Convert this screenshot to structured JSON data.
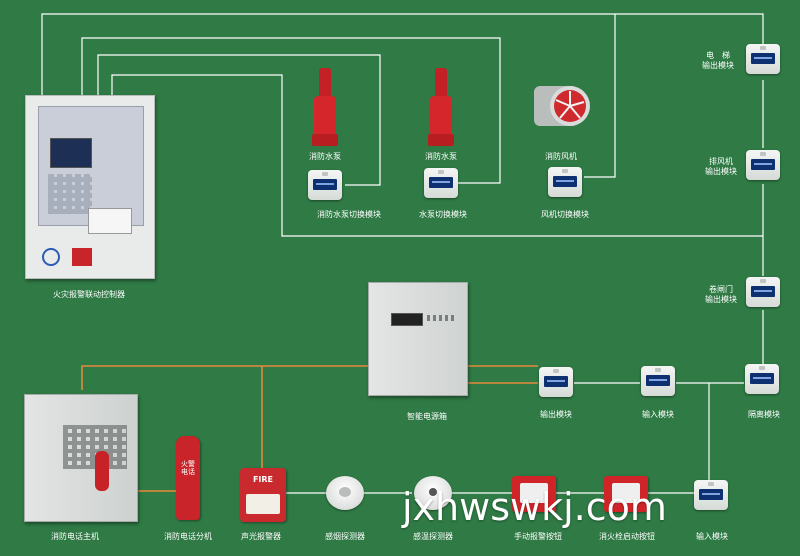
{
  "devices": {
    "controller": "火灾报警联动控制器",
    "pump1": "消防水泵",
    "pump2": "消防水泵",
    "fan": "消防风机",
    "pump_switch_module": "消防水泵切换模块",
    "water_pump_switch_module": "水泵切换模块",
    "fan_switch_module": "风机切换模块",
    "elevator_module": "电　梯\n输出模块",
    "exhaust_module": "排风机\n输出模块",
    "shutter_module": "卷闸门\n输出模块",
    "power_box": "智能电源箱",
    "output_module": "输出模块",
    "input_module": "输入模块",
    "isolation_module": "隔离模块",
    "phone_host": "消防电话主机",
    "phone_ext": "消防电话分机",
    "sounder": "声光报警器",
    "smoke_detector": "感烟探测器",
    "heat_detector": "感温探测器",
    "manual_button": "手动报警按钮",
    "hydrant_button": "消火栓启动按钮",
    "input_module_bottom": "输入模块"
  },
  "sounder_text": "FIRE",
  "phone_ext_text": "火警电话",
  "watermark": "jxhwswkj.com",
  "colors": {
    "background": "#2f7a45",
    "loop_line": "#ffffff",
    "phone_line": "#e58a3c",
    "pump": "#d4262b"
  }
}
